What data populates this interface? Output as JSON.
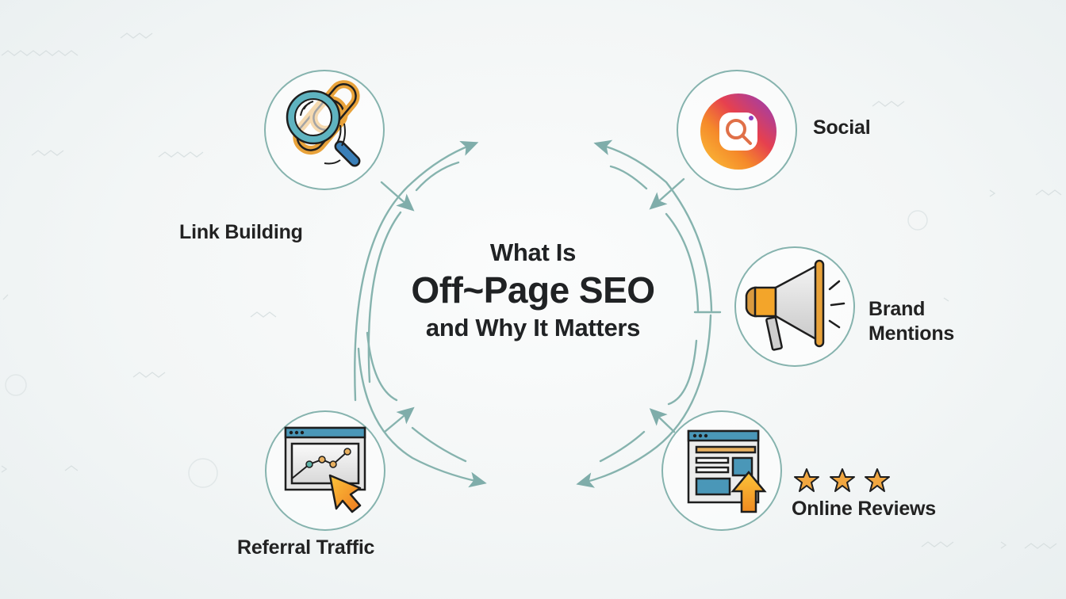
{
  "title": {
    "line1": "What Is",
    "line2": "Off~Page SEO",
    "line3": "and Why It Matters"
  },
  "nodes": [
    {
      "id": "link-building",
      "label": "Link Building",
      "icon": "magnifier-chain-link-icon"
    },
    {
      "id": "social",
      "label": "Social",
      "icon": "instagram-search-icon"
    },
    {
      "id": "brand-mentions",
      "label_line1": "Brand",
      "label_line2": "Mentions",
      "icon": "megaphone-icon"
    },
    {
      "id": "online-reviews",
      "label": "Online Reviews",
      "icon": "webpage-upload-arrow-icon",
      "stars": 3
    },
    {
      "id": "referral-traffic",
      "label": "Referral Traffic",
      "icon": "browser-chart-cursor-icon"
    }
  ],
  "colors": {
    "ring_stroke": "#86b3ae",
    "arrow": "#7fadaa",
    "text": "#202224",
    "accent_orange": "#f0a030",
    "accent_blue": "#3f8fc0",
    "accent_teal": "#5fb3c0"
  }
}
